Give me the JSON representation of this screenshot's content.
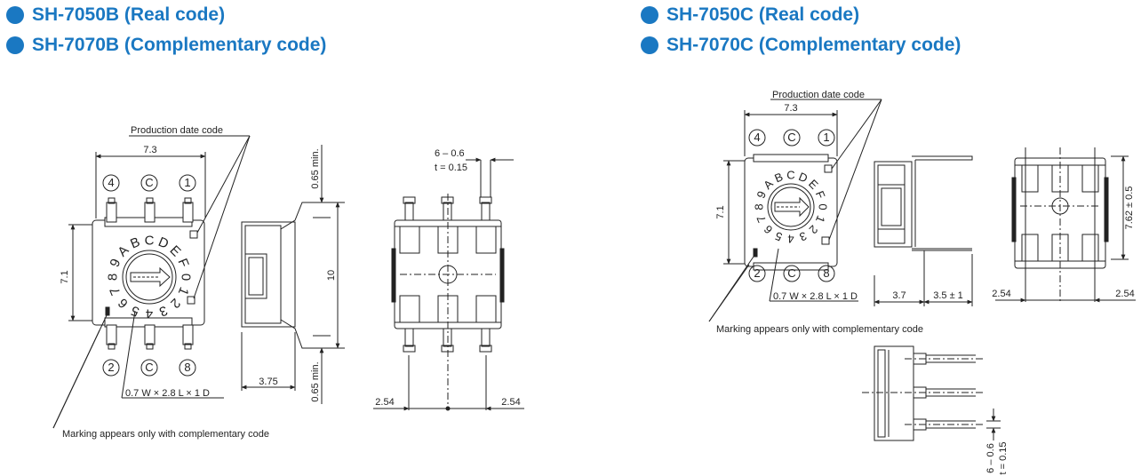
{
  "colors": {
    "accent": "#1a78c2",
    "line": "#222222"
  },
  "headings": {
    "left_1": "SH-7050B (Real code)",
    "left_2": "SH-7070B (Complementary code)",
    "right_1": "SH-7050C (Real code)",
    "right_2": "SH-7070C (Complementary code)"
  },
  "left": {
    "production_date_code": "Production date code",
    "width_dim": "7.3",
    "height_dim": "7.1",
    "pin_top": [
      "4",
      "C",
      "1"
    ],
    "pin_bottom": [
      "2",
      "C",
      "8"
    ],
    "dial_chars": [
      "0",
      "1",
      "2",
      "3",
      "4",
      "5",
      "6",
      "7",
      "8",
      "9",
      "A",
      "B",
      "C",
      "D",
      "E",
      "F"
    ],
    "slot_dim": "0.7 W × 2.8 L × 1 D",
    "marking_note": "Marking appears only with complementary code",
    "side_depth": "3.75",
    "min_top": "0.65 min.",
    "min_bottom": "0.65 min.",
    "lead_span": "10",
    "lead_width": "6 – 0.6",
    "lead_thickness": "t = 0.15",
    "pitch_left": "2.54",
    "pitch_right": "2.54"
  },
  "right": {
    "production_date_code": "Production date code",
    "width_dim": "7.3",
    "height_dim": "7.1",
    "pin_top": [
      "4",
      "C",
      "1"
    ],
    "pin_bottom": [
      "2",
      "C",
      "8"
    ],
    "dial_chars": [
      "0",
      "1",
      "2",
      "3",
      "4",
      "5",
      "6",
      "7",
      "8",
      "9",
      "A",
      "B",
      "C",
      "D",
      "E",
      "F"
    ],
    "slot_dim": "0.7 W × 2.8 L × 1 D",
    "marking_note": "Marking appears only with complementary code",
    "dim_body": "3.7",
    "dim_lead": "3.5 ± 1",
    "pitch_left": "2.54",
    "pitch_right": "2.54",
    "row_pitch": "7.62 ± 0.5",
    "lead_width": "6 – 0.6",
    "lead_thickness": "t = 0.15"
  }
}
